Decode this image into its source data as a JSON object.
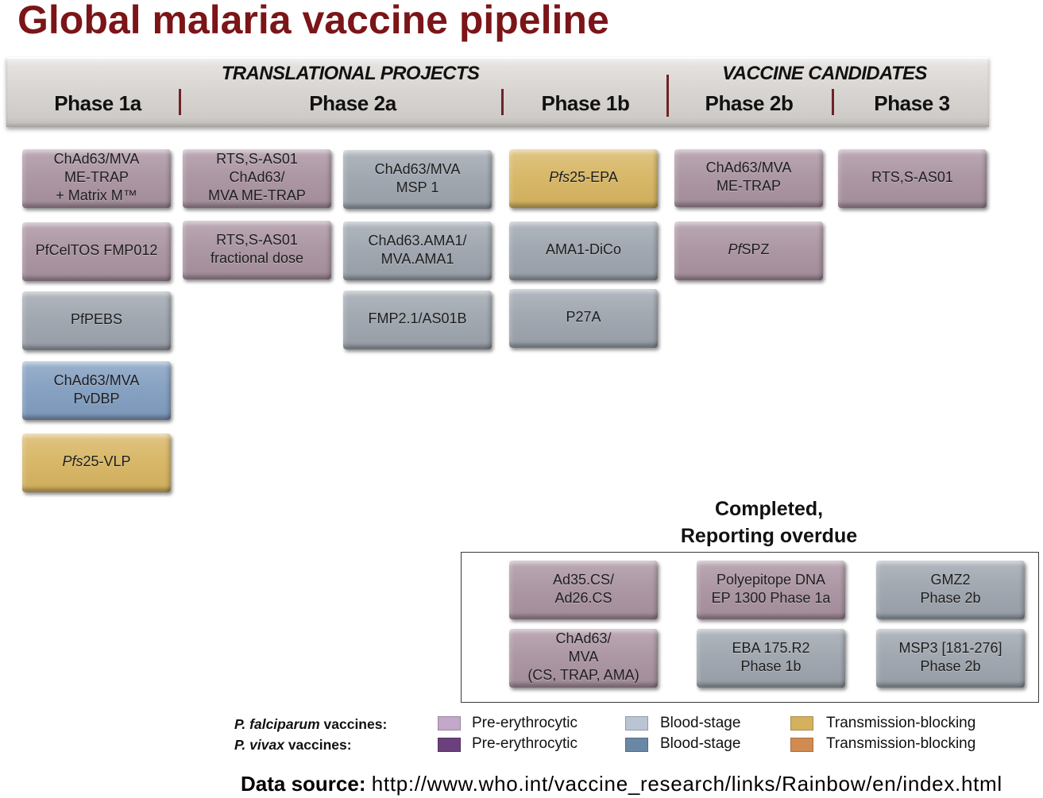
{
  "title": "Global malaria vaccine pipeline",
  "palette": {
    "title": "#7b1518",
    "divider": "#6e2326"
  },
  "header": {
    "groups": [
      "TRANSLATIONAL PROJECTS",
      "VACCINE CANDIDATES"
    ],
    "phases": [
      "Phase 1a",
      "Phase 2a",
      "Phase 1b",
      "Phase 2b",
      "Phase 3"
    ]
  },
  "columns": [
    [
      {
        "lines": [
          "ChAd63/MVA",
          "ME-TRAP",
          "+ Matrix M™"
        ],
        "color": "#a8919f"
      },
      {
        "lines": [
          "PfCelTOS FMP012"
        ],
        "color": "#a8919f"
      },
      {
        "lines": [
          "PfPEBS"
        ],
        "color": "#9ca3ac"
      },
      {
        "lines": [
          "ChAd63/MVA",
          "PvDBP"
        ],
        "color": "#809cbf"
      },
      {
        "italic": "Pfs",
        "text": "25-VLP",
        "color": "#d6b460"
      }
    ],
    [
      {
        "lines": [
          "RTS,S-AS01",
          "ChAd63/",
          "MVA ME-TRAP"
        ],
        "color": "#a8919f"
      },
      {
        "lines": [
          "RTS,S-AS01",
          "fractional dose"
        ],
        "color": "#a8919f"
      }
    ],
    [
      {
        "lines": [
          "ChAd63/MVA",
          "MSP 1"
        ],
        "color": "#9ca3ac"
      },
      {
        "lines": [
          "ChAd63.AMA1/",
          "MVA.AMA1"
        ],
        "color": "#9ca3ac"
      },
      {
        "lines": [
          "FMP2.1/AS01B"
        ],
        "color": "#9ca3ac"
      }
    ],
    [
      {
        "italic": "Pfs",
        "text": "25-EPA",
        "color": "#d6b460"
      },
      {
        "lines": [
          "AMA1-DiCo"
        ],
        "color": "#9ca3ac"
      },
      {
        "lines": [
          "P27A"
        ],
        "color": "#9ca3ac"
      }
    ],
    [
      {
        "lines": [
          "ChAd63/MVA",
          "ME-TRAP"
        ],
        "color": "#a8919f"
      },
      {
        "italic": "Pf",
        "text": "SPZ",
        "color": "#a8919f"
      }
    ],
    [
      {
        "lines": [
          "RTS,S-AS01"
        ],
        "color": "#a8919f"
      }
    ]
  ],
  "completed": {
    "heading": [
      "Completed,",
      "Reporting overdue"
    ],
    "boxes": [
      {
        "lines": [
          "Ad35.CS/",
          "Ad26.CS"
        ],
        "color": "#a8919f"
      },
      {
        "lines": [
          "Polyepitope DNA",
          "EP 1300 Phase 1a"
        ],
        "color": "#a8919f"
      },
      {
        "lines": [
          "GMZ2",
          "Phase 2b"
        ],
        "color": "#9ca3ac"
      },
      {
        "lines": [
          "ChAd63/",
          "MVA",
          "(CS, TRAP, AMA)"
        ],
        "color": "#a8919f"
      },
      {
        "lines": [
          "EBA 175.R2",
          "Phase 1b"
        ],
        "color": "#9ca3ac"
      },
      {
        "lines": [
          "MSP3 [181-276]",
          "Phase 2b"
        ],
        "color": "#9ca3ac"
      }
    ]
  },
  "legend": {
    "rows": [
      {
        "species": "P. falciparum",
        "suffix": "vaccines:",
        "items": [
          {
            "label": "Pre-erythrocytic",
            "color": "#c4a8c9"
          },
          {
            "label": "Blood-stage",
            "color": "#b9c4d4"
          },
          {
            "label": "Transmission-blocking",
            "color": "#d5b15d"
          }
        ]
      },
      {
        "species": "P. vivax",
        "suffix": "vaccines:",
        "items": [
          {
            "label": "Pre-erythrocytic",
            "color": "#6c3f7d"
          },
          {
            "label": "Blood-stage",
            "color": "#6b87a6"
          },
          {
            "label": "Transmission-blocking",
            "color": "#d18b51"
          }
        ]
      }
    ]
  },
  "source": {
    "label": "Data source:",
    "url": "http://www.who.int/vaccine_research/links/Rainbow/en/index.html"
  }
}
